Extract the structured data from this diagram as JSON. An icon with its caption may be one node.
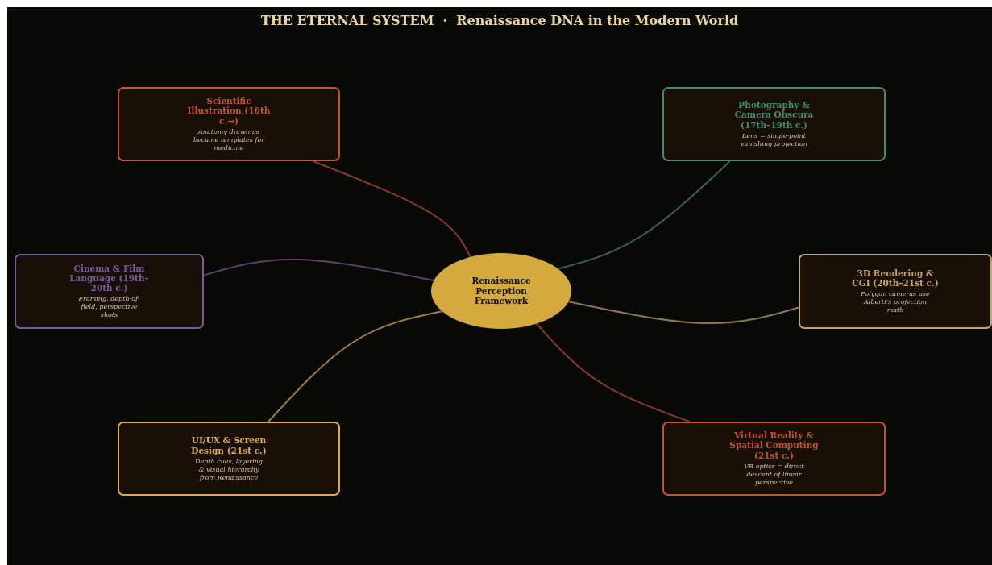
{
  "diagram": {
    "title": "THE ETERNAL SYSTEM  ·  Renaissance DNA in the Modern World",
    "nodes": [
      {
        "text": [
          "Renaissance Perception Framework"
        ]
      },
      {
        "text": [
          "Scientific Illustration (16th c.→)",
          "Anatomy drawings became templates for medicine"
        ]
      },
      {
        "text": [
          "Photography & Camera Obscura (17th–19th c.)",
          "Lens = single-point vanishing projection"
        ]
      },
      {
        "text": [
          "Cinema & Film Language (19th–20th c.)",
          "Framing, depth-of-field, perspective shots"
        ]
      },
      {
        "text": [
          "3D Rendering & CGI (20th–21st c.)",
          "Polygon cameras use Alberti's projection math"
        ]
      },
      {
        "text": [
          "UI/UX & Screen Design (21st c.)",
          "Depth cues, layering & visual hierarchy from Renaissance"
        ]
      },
      {
        "text": [
          "Virtual Reality & Spatial Computing (21st c.)",
          "VR optics = direct descent of linear perspective"
        ]
      }
    ],
    "edges": [
      {
        "from": 0,
        "to": 1,
        "arrow": "none",
        "color": "#8a3a20"
      },
      {
        "from": 0,
        "to": 2,
        "arrow": "none",
        "color": "#356655"
      },
      {
        "from": 0,
        "to": 3,
        "arrow": "none",
        "color": "#56416f"
      },
      {
        "from": 0,
        "to": 4,
        "arrow": "none",
        "color": "#8c7650"
      },
      {
        "from": 0,
        "to": 5,
        "arrow": "none",
        "color": "#a08035"
      },
      {
        "from": 0,
        "to": 6,
        "arrow": "none",
        "color": "#8a3a20"
      }
    ]
  }
}
